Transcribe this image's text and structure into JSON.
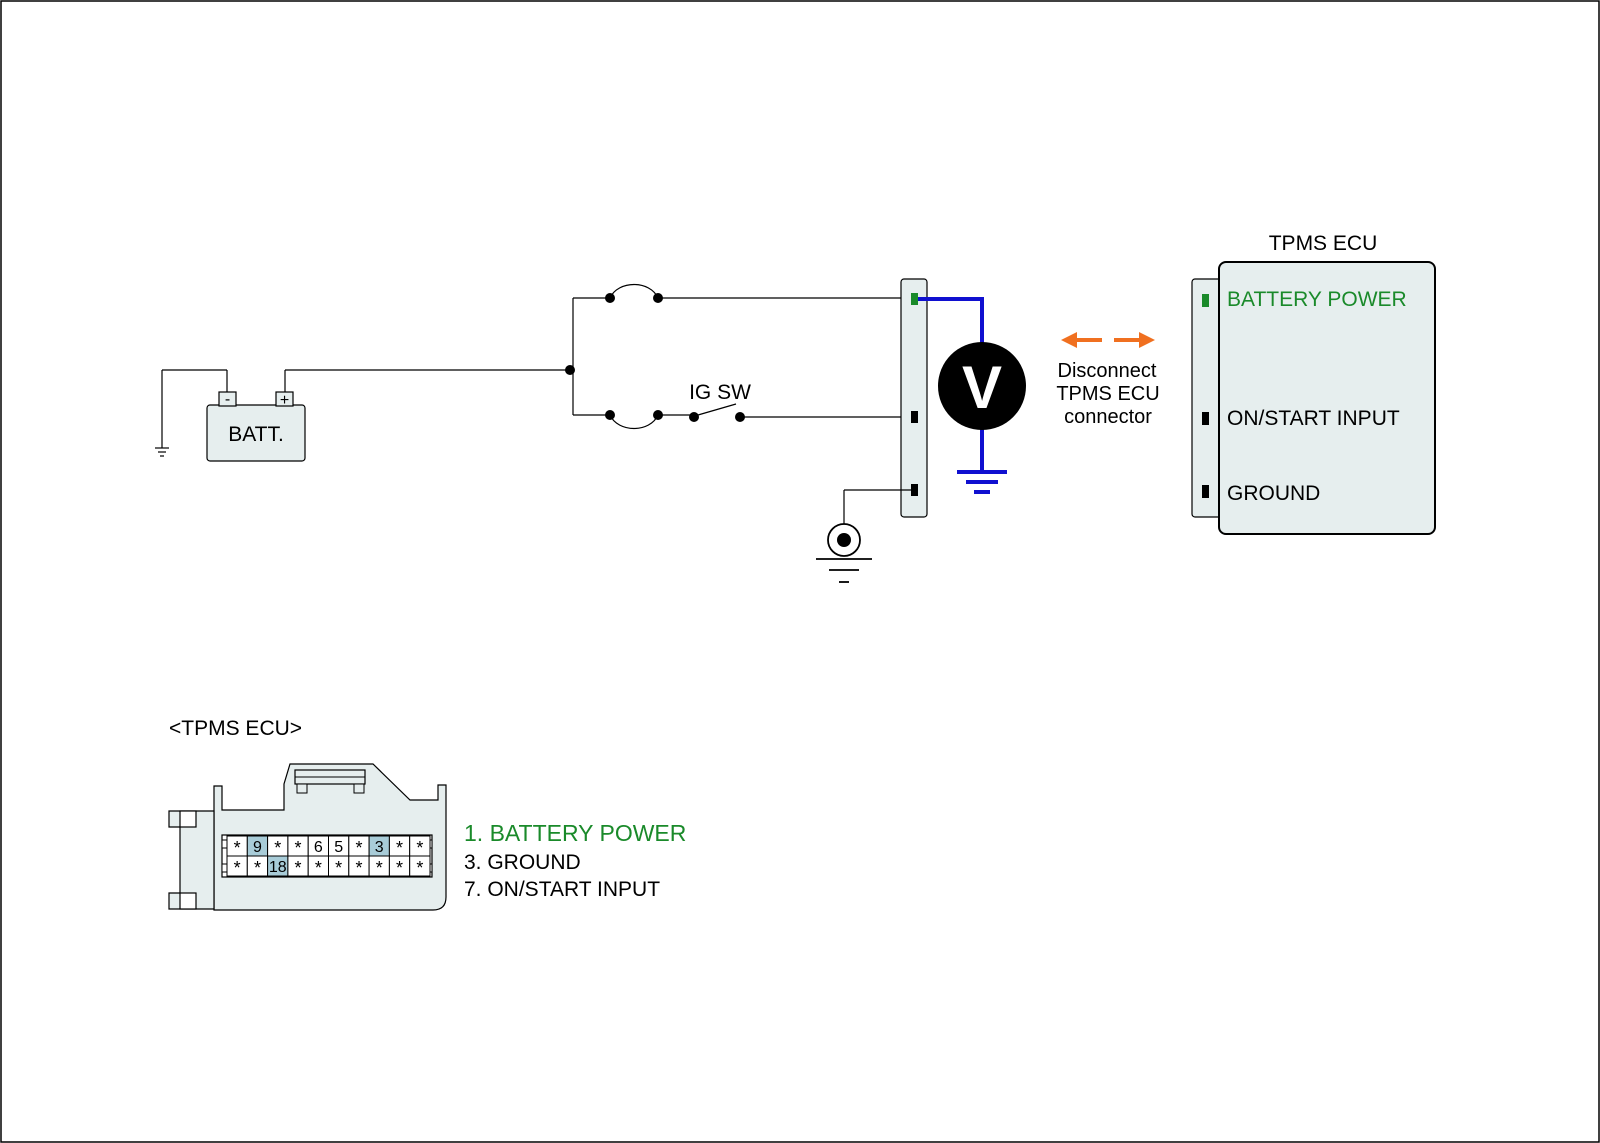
{
  "colors": {
    "wire": "#000000",
    "highlight": "#1a8a2a",
    "probe": "#1010d0",
    "arrow": "#f07020",
    "fill": "#e6eeee",
    "pin_hl": "#a8ccd8"
  },
  "battery": {
    "label": "BATT.",
    "minus": "-",
    "plus": "+"
  },
  "switch": {
    "label": "IG SW"
  },
  "meter": {
    "label": "V"
  },
  "action": {
    "line1": "Disconnect",
    "line2": "TPMS ECU",
    "line3": "connector"
  },
  "ecu": {
    "title": "TPMS ECU",
    "pins": [
      "BATTERY POWER",
      "ON/START INPUT",
      "GROUND"
    ]
  },
  "connector": {
    "title": "<TPMS ECU>",
    "row1": [
      "*",
      "9",
      "*",
      "*",
      "6",
      "5",
      "*",
      "3",
      "*",
      "*"
    ],
    "row2": [
      "*",
      "*",
      "18",
      "*",
      "*",
      "*",
      "*",
      "*",
      "*",
      "*"
    ],
    "highlighted": [
      "9",
      "3",
      "18"
    ]
  },
  "legend": [
    "1. BATTERY POWER",
    "3. GROUND",
    "7. ON/START INPUT"
  ]
}
